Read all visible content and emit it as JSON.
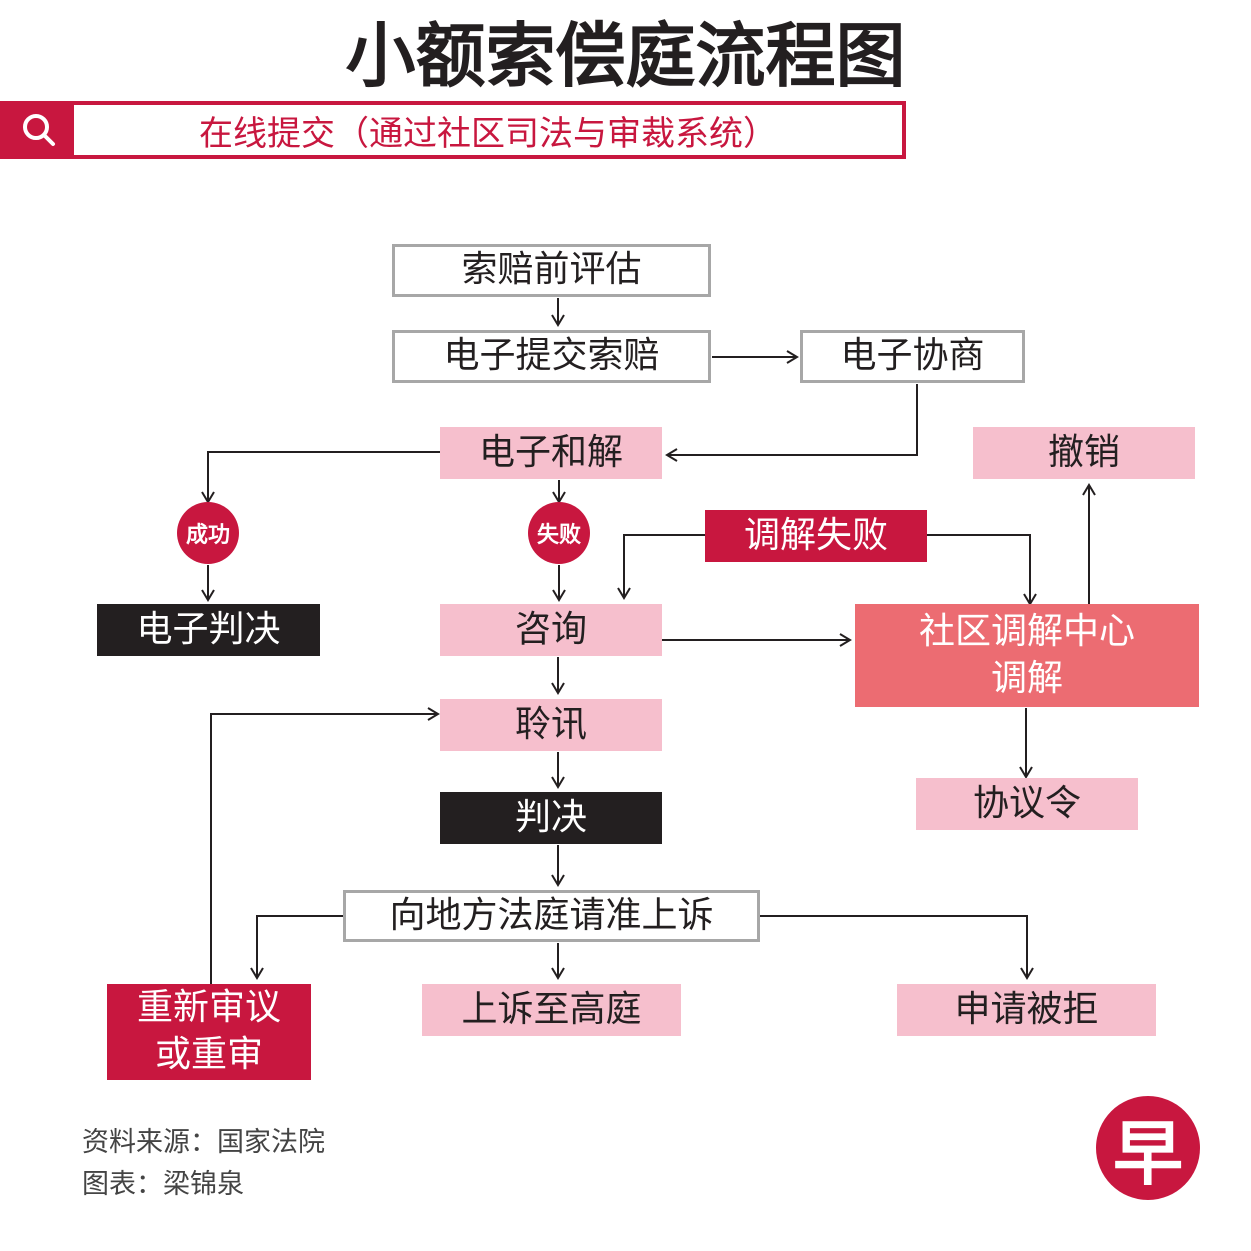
{
  "title": "小额索偿庭流程图",
  "search_bar": {
    "icon": "search-icon",
    "text": "在线提交（通过社区司法与审裁系统）"
  },
  "nodes": {
    "pre_assessment": "索赔前评估",
    "e_filing": "电子提交索赔",
    "e_negotiation": "电子协商",
    "e_settlement": "电子和解",
    "withdraw": "撤销",
    "success": "成功",
    "fail": "失败",
    "mediation_failed": "调解失败",
    "e_judgment": "电子判决",
    "consultation": "咨询",
    "community_mediation": "社区调解中心调解",
    "community_mediation_l1": "社区调解中心",
    "community_mediation_l2": "调解",
    "hearing": "聆讯",
    "judgment": "判决",
    "consent_order": "协议令",
    "appeal_request": "向地方法庭请准上诉",
    "rehearing_l1": "重新审议",
    "rehearing_l2": "或重审",
    "appeal_high_court": "上诉至高庭",
    "rejected": "申请被拒"
  },
  "footer": {
    "source": "资料来源：国家法院",
    "credit": "图表：梁锦泉"
  },
  "logo": {
    "text": "早"
  },
  "colors": {
    "red": "#c8173f",
    "pink": "#f6bfcd",
    "salmon": "#ec6c72",
    "black": "#231f20",
    "gray": "#a7a7a7"
  }
}
